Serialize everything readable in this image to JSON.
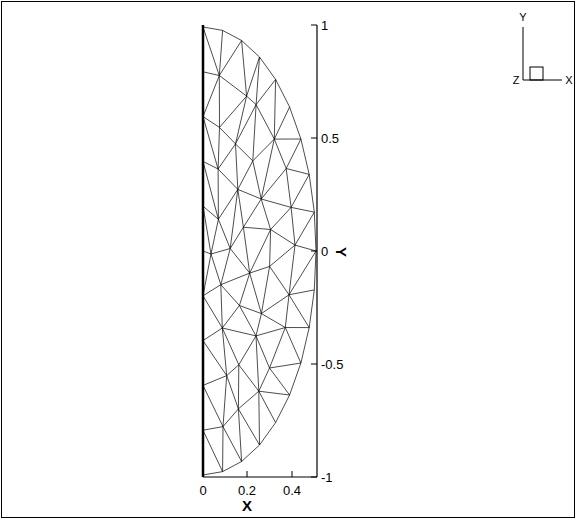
{
  "diagram": {
    "labels": [
      "1",
      "0.5",
      "0",
      "-0.5",
      "-1",
      "Y",
      "0",
      "0.2",
      "0.4",
      "X",
      "Y",
      "X",
      "Z"
    ]
  }
}
